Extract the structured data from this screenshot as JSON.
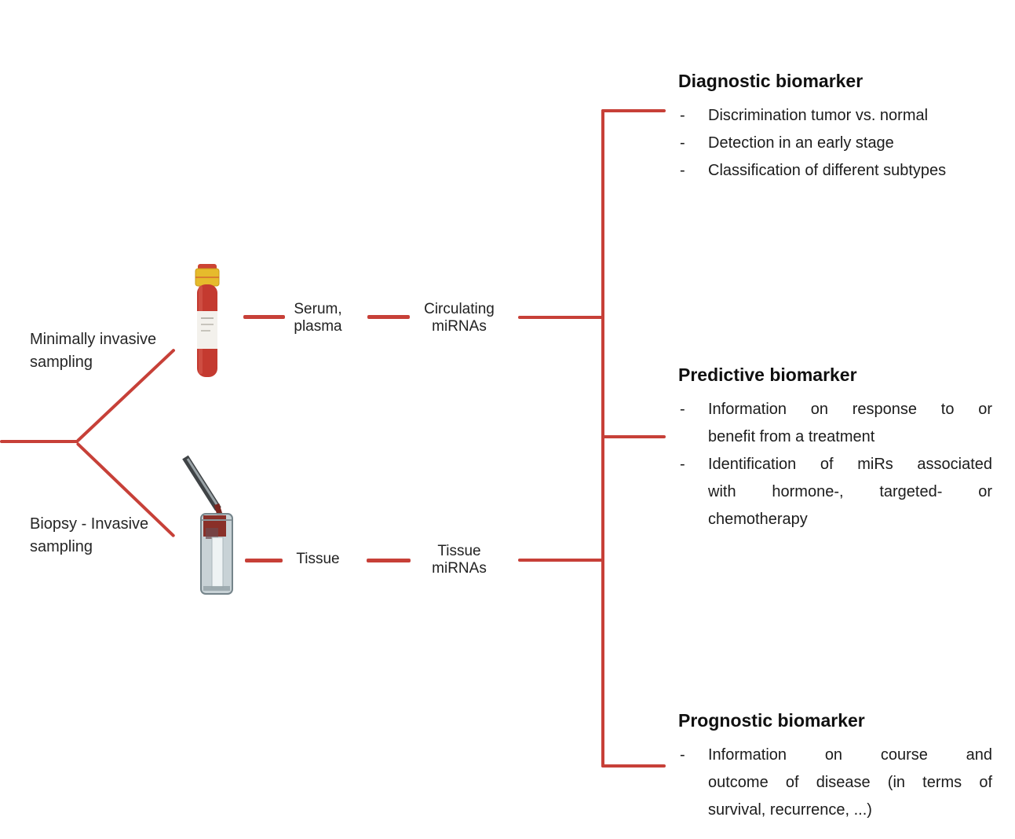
{
  "ui": {
    "bullet_marker": "-"
  },
  "colors": {
    "line_red": "#c74038",
    "tube_red": "#c43a30",
    "cap_yellow": "#e6bb2c",
    "vial_gray": "#c3ced2"
  },
  "left_branch": {
    "minimally_invasive_label": "Minimally invasive\nsampling",
    "biopsy_label": "Biopsy - Invasive\nsampling"
  },
  "serum_row": {
    "sample_label": "Serum,\nplasma",
    "mirna_label": "Circulating\nmiRNAs"
  },
  "tissue_row": {
    "sample_label": "Tissue",
    "mirna_label": "Tissue\nmiRNAs"
  },
  "icons": {
    "blood_tube": "blood-collection-tube-icon",
    "biopsy_vial": "tissue-biopsy-vial-icon"
  },
  "biomarkers": [
    {
      "title": "Diagnostic biomarker",
      "bullets": [
        {
          "lines": [
            "Discrimination tumor vs. normal"
          ]
        },
        {
          "lines": [
            "Detection in an early stage"
          ]
        },
        {
          "lines": [
            "Classification of different subtypes"
          ]
        }
      ]
    },
    {
      "title": "Predictive biomarker",
      "bullets": [
        {
          "lines": [
            "Information on response to or",
            "benefit from a treatment"
          ]
        },
        {
          "lines": [
            "Identification of miRs associated",
            "with hormone-, targeted- or",
            "chemotherapy"
          ]
        }
      ]
    },
    {
      "title": "Prognostic biomarker",
      "bullets": [
        {
          "lines": [
            "Information on course and",
            "outcome of disease (in terms of",
            "survival, recurrence, ...)"
          ]
        }
      ]
    }
  ]
}
